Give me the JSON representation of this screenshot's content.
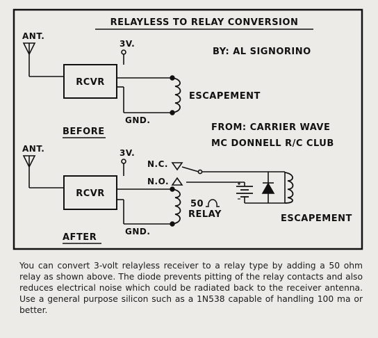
{
  "diagram": {
    "title": "RELAYLESS TO RELAY CONVERSION",
    "credit": "BY: AL SIGNORINO",
    "source_line1": "FROM: CARRIER WAVE",
    "source_line2": "MC DONNELL R/C CLUB",
    "before": {
      "antenna_label": "ANT.",
      "receiver_label": "RCVR",
      "supply_label": "3V.",
      "ground_label": "GND.",
      "load_label": "ESCAPEMENT",
      "section_label": "BEFORE"
    },
    "after": {
      "antenna_label": "ANT.",
      "receiver_label": "RCVR",
      "supply_label": "3V.",
      "ground_label": "GND.",
      "nc_label": "N.C.",
      "no_label": "N.O.",
      "relay_value": "50",
      "relay_label": "RELAY",
      "load_label": "ESCAPEMENT",
      "section_label": "AFTER"
    }
  },
  "caption": "You can convert 3-volt relayless receiver to a relay type by adding a 50 ohm relay as shown above. The diode prevents pitting of the relay contacts and also reduces electrical noise which could be radiated back to the receiver antenna. Use a general purpose silicon such as a 1N538 capable of handling 100 ma or better."
}
